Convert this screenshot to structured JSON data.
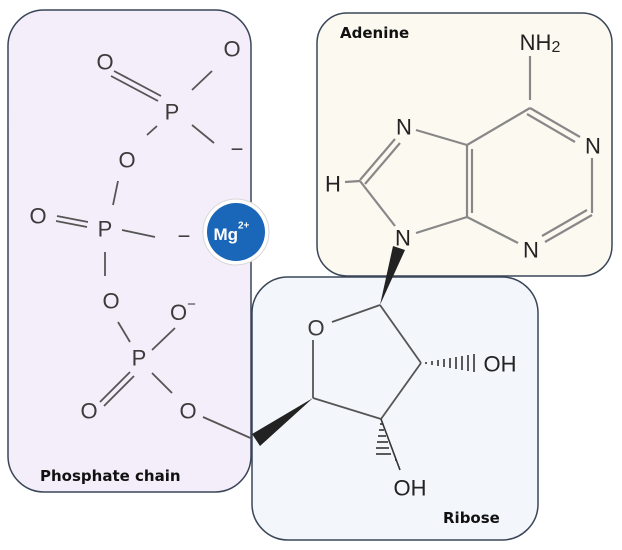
{
  "labels": {
    "phosphate": "Phosphate chain",
    "adenine": "Adenine",
    "ribose": "Ribose"
  },
  "ion": {
    "symbol": "Mg",
    "charge": "2+",
    "color": "#1a66b8"
  },
  "phosphate_atoms": {
    "o1": "O",
    "o2": "O",
    "p1": "P",
    "o3": "O",
    "o4": "O",
    "p2": "P",
    "o5": "O",
    "o6": "O",
    "o6_charge": "−",
    "p3": "P",
    "o7": "O",
    "o8": "O",
    "dash1": "−",
    "dash2": "−"
  },
  "adenine_atoms": {
    "nh2": "NH",
    "nh2_sub": "2",
    "n7": "N",
    "n1": "N",
    "h": "H",
    "n9": "N",
    "n3": "N"
  },
  "ribose_atoms": {
    "o": "O",
    "oh1": "OH",
    "oh2": "OH"
  },
  "colors": {
    "phosphate_box": "#f4eefa",
    "adenine_box": "#fcf9f1",
    "ribose_box": "#f3f6fb",
    "border": "#3a4658"
  }
}
